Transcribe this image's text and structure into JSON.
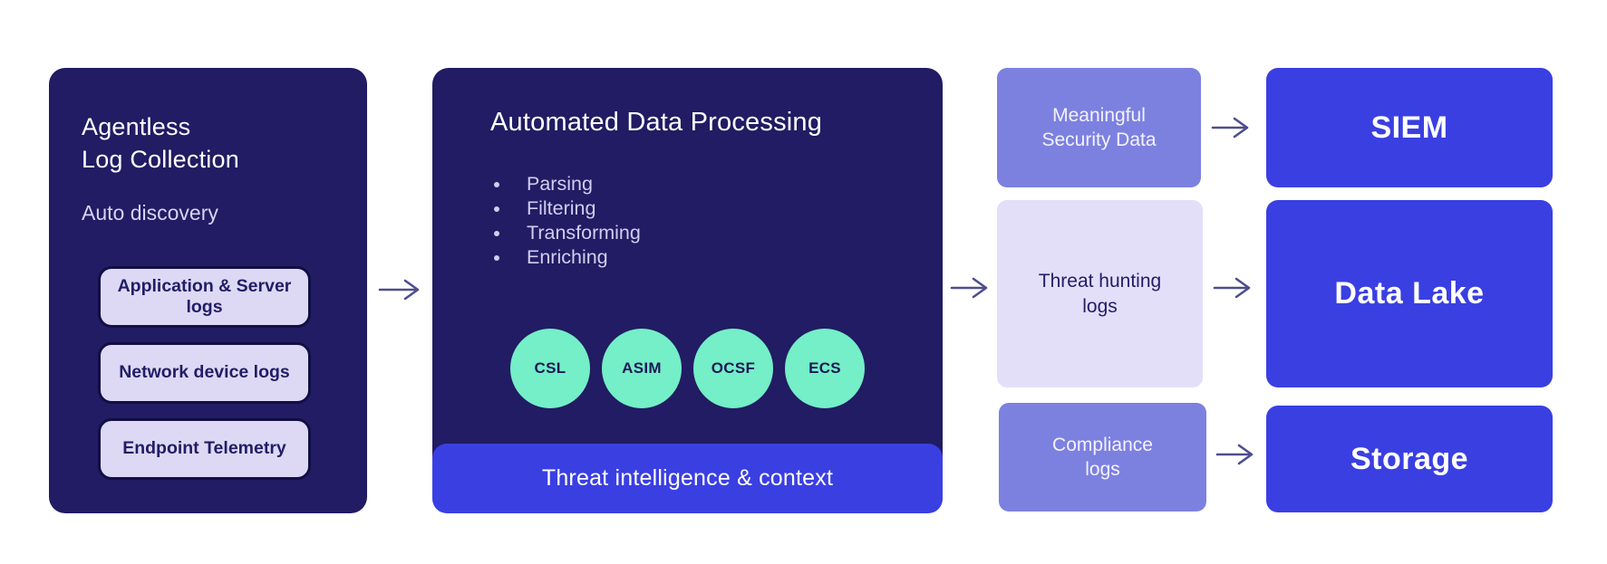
{
  "left_panel": {
    "title": "Agentless\nLog Collection",
    "subtitle": "Auto discovery",
    "sources": [
      "Application & Server logs",
      "Network device logs",
      "Endpoint Telemetry"
    ]
  },
  "processing_panel": {
    "title": "Automated Data Processing",
    "bullets": [
      "Parsing",
      "Filtering",
      "Transforming",
      "Enriching"
    ],
    "schemas": [
      "CSL",
      "ASIM",
      "OCSF",
      "ECS"
    ],
    "footer_label": "Threat intelligence & context"
  },
  "outputs": {
    "meaningful": "Meaningful Security Data",
    "threat_hunting": "Threat hunting logs",
    "compliance": "Compliance logs"
  },
  "destinations": {
    "siem": "SIEM",
    "data_lake": "Data Lake",
    "storage": "Storage"
  },
  "colors": {
    "panel_navy": "#211c63",
    "bright_blue": "#3a3fe2",
    "purple": "#7c81e0",
    "lavender": "#e3dff9",
    "source_box": "#ddd9f4",
    "mint": "#74efc7",
    "arrow": "#4d4e8c"
  }
}
